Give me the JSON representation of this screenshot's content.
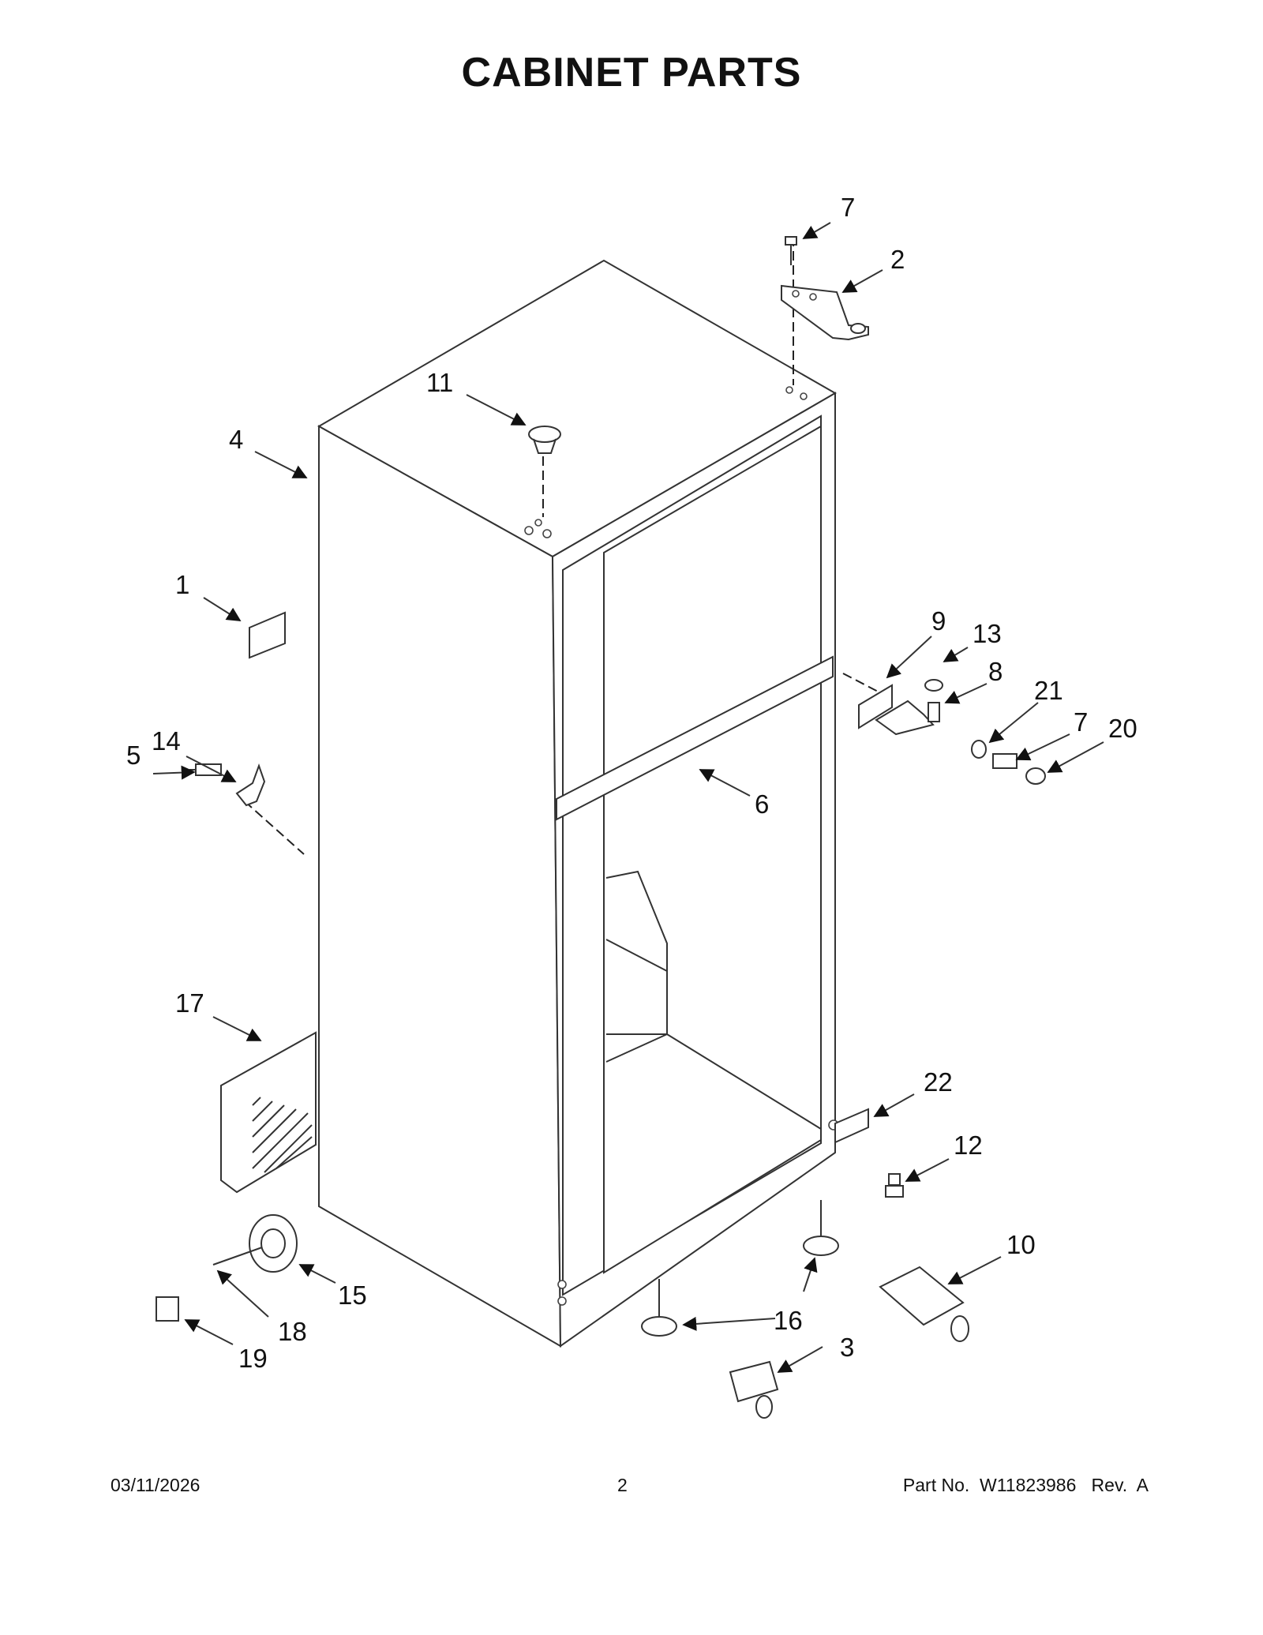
{
  "title": "CABINET PARTS",
  "footer": {
    "date": "03/11/2026",
    "page": "2",
    "part": "Part No.  W11823986   Rev.  A"
  },
  "callouts": {
    "c1": "1",
    "c2": "2",
    "c3": "3",
    "c4": "4",
    "c5": "5",
    "c6": "6",
    "c7a": "7",
    "c7b": "7",
    "c8": "8",
    "c9": "9",
    "c10": "10",
    "c11": "11",
    "c12": "12",
    "c13": "13",
    "c14": "14",
    "c15": "15",
    "c16": "16",
    "c17": "17",
    "c18": "18",
    "c19": "19",
    "c20": "20",
    "c21": "21",
    "c22": "22"
  }
}
